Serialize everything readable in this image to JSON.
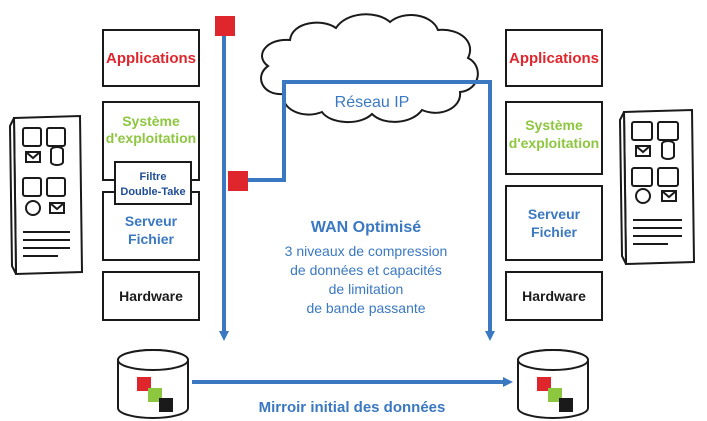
{
  "left_stack": {
    "applications": "Applications",
    "os_line1": "Système",
    "os_line2": "d'exploitation",
    "filter_line1": "Filtre",
    "filter_line2": "Double-Take",
    "file_server_line1": "Serveur",
    "file_server_line2": "Fichier",
    "hardware": "Hardware"
  },
  "right_stack": {
    "applications": "Applications",
    "os_line1": "Système",
    "os_line2": "d'exploitation",
    "file_server_line1": "Serveur",
    "file_server_line2": "Fichier",
    "hardware": "Hardware"
  },
  "cloud": {
    "label": "Réseau IP"
  },
  "wan": {
    "title": "WAN Optimisé",
    "line1": "3 niveaux de compression",
    "line2": "de données et capacités",
    "line3": "de limitation",
    "line4": "de bande passante"
  },
  "mirror": {
    "label": "Mirroir initial des données"
  },
  "colors": {
    "red": "#e0262d",
    "green": "#8dc63f",
    "blue": "#3a78c2",
    "navy": "#1f4e96",
    "line": "#1a1a1a"
  },
  "icons": [
    "server-tower-icon",
    "database-icon",
    "cloud-icon",
    "mail-icon",
    "cylinder-icon"
  ]
}
